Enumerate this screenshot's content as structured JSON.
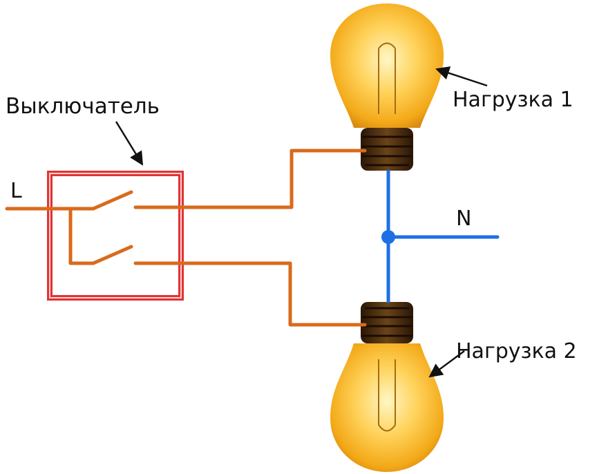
{
  "labels": {
    "switch": "Выключатель",
    "line": "L",
    "neutral": "N",
    "load1": "Нагрузка 1",
    "load2": "Нагрузка 2"
  },
  "colors": {
    "phase_wire": "#d96a1c",
    "neutral_wire": "#1e6fe6",
    "switch_box": "#e03434",
    "bulb_glow": "#f5b21c",
    "bulb_socket": "#3a2410"
  },
  "icons": [
    "lightbulb-icon",
    "lightbulb-icon"
  ]
}
